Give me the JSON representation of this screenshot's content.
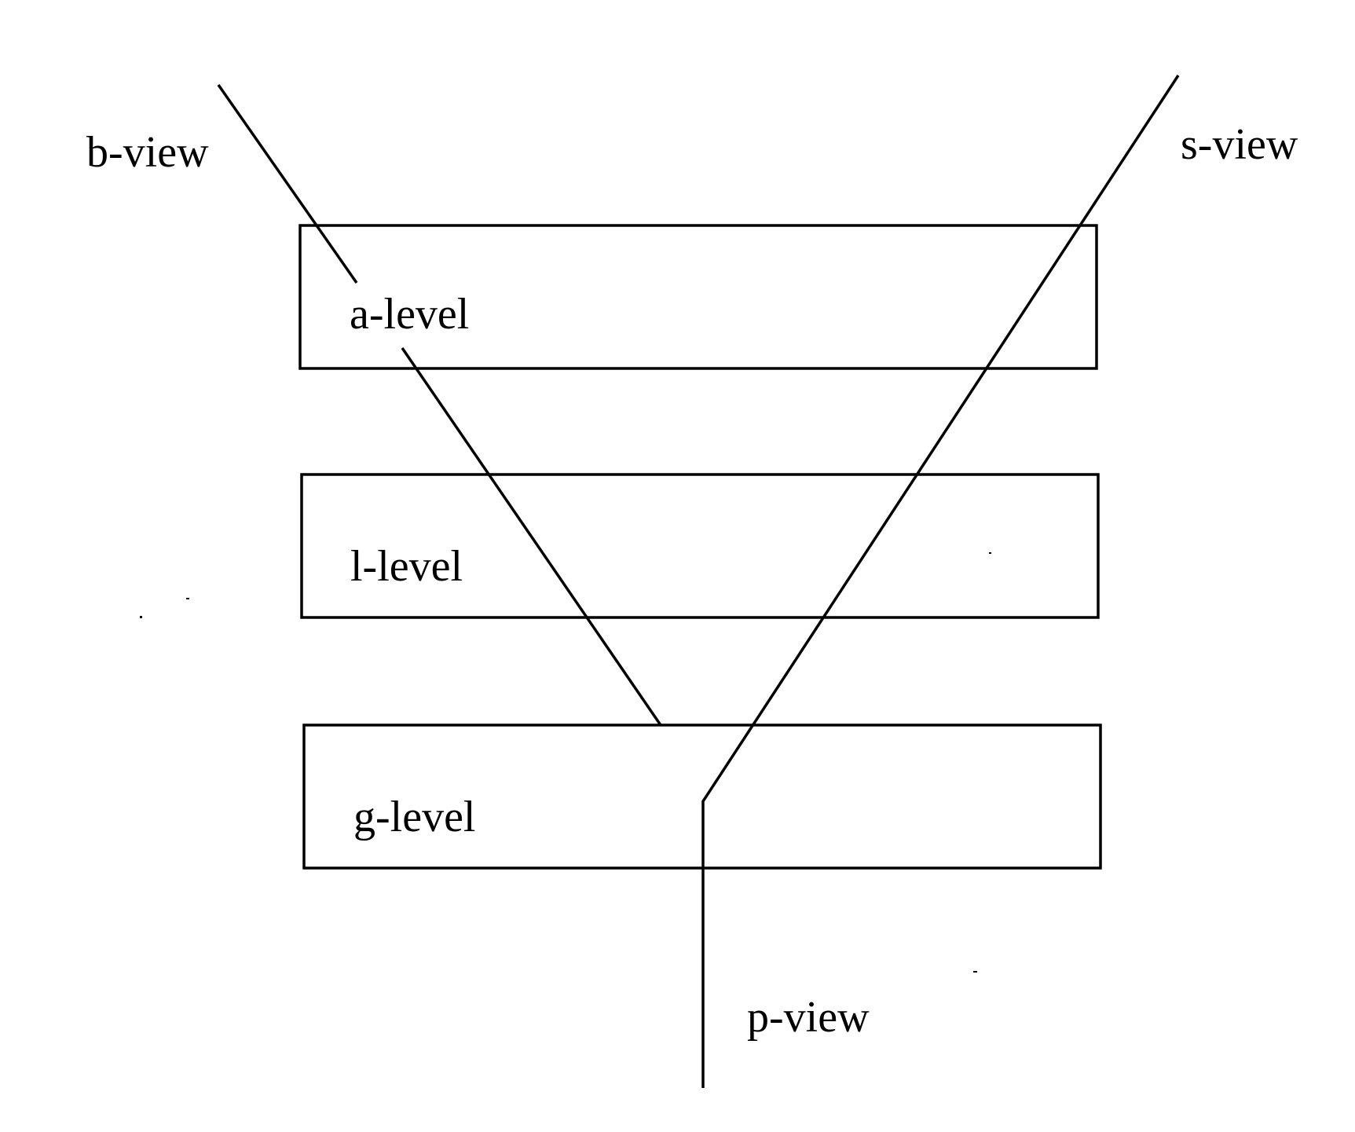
{
  "diagram": {
    "levels": [
      {
        "id": "a",
        "label": "a-level"
      },
      {
        "id": "l",
        "label": "l-level"
      },
      {
        "id": "g",
        "label": "g-level"
      }
    ],
    "views": [
      {
        "id": "b",
        "label": "b-view"
      },
      {
        "id": "s",
        "label": "s-view"
      },
      {
        "id": "p",
        "label": "p-view"
      }
    ],
    "colors": {
      "line": "#000000",
      "background": "#ffffff"
    }
  }
}
